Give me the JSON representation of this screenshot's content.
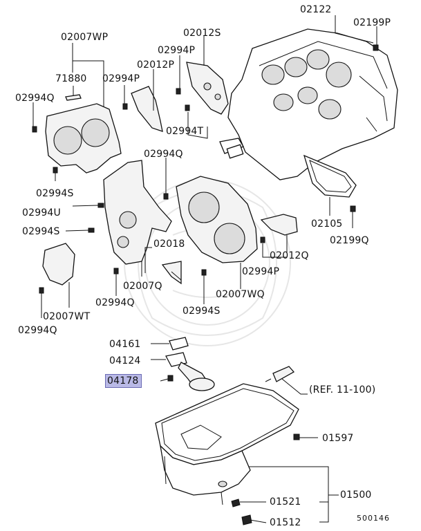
{
  "diagram": {
    "highlight_color": "#b9b9e6",
    "reference_note": "(REF. 11-100)",
    "figure_number": "500146",
    "labels": {
      "p02122": "02122",
      "p02199P": "02199P",
      "p02007WP": "02007WP",
      "p02012S": "02012S",
      "p02994P_a": "02994P",
      "p71880": "71880",
      "p02994P_b": "02994P",
      "p02012P": "02012P",
      "p02994Q_a": "02994Q",
      "p02994T": "02994T",
      "p02994Q_b": "02994Q",
      "p02994S_a": "02994S",
      "p02994U": "02994U",
      "p02994S_b": "02994S",
      "p02105": "02105",
      "p02199Q": "02199Q",
      "p02012Q": "02012Q",
      "p02018": "02018",
      "p02994P_c": "02994P",
      "p02007Q": "02007Q",
      "p02994Q_c": "02994Q",
      "p02007WQ": "02007WQ",
      "p02007WT": "02007WT",
      "p02994S_c": "02994S",
      "p02994Q_d": "02994Q",
      "p04161": "04161",
      "p04124": "04124",
      "p04178": "04178",
      "p01597": "01597",
      "p01521": "01521",
      "p01500": "01500",
      "p01512": "01512"
    }
  }
}
